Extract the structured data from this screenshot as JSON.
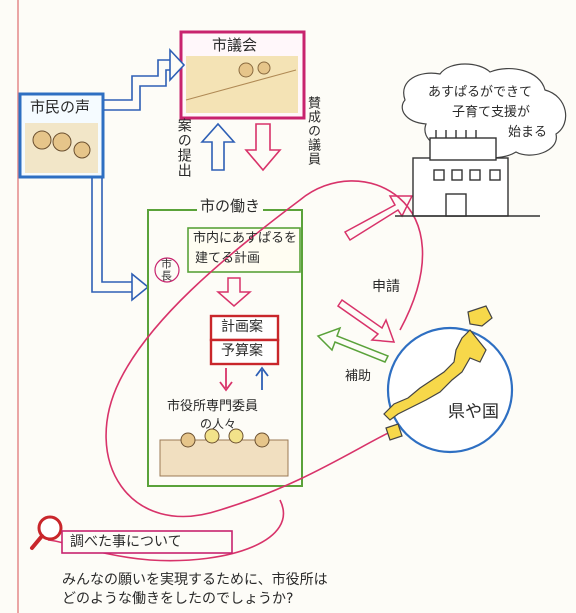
{
  "council": {
    "title": "市議会"
  },
  "citizens": {
    "title": "市民の声"
  },
  "arrows": {
    "proposal": "案の提出",
    "approval": "賛成の議員"
  },
  "city_work": {
    "title": "市の働き",
    "mayor": "市長",
    "plan_line1": "市内にあすぱるを",
    "plan_line2": "建てる計画",
    "draft": "計画案",
    "budget": "予算案",
    "committee_line1": "市役所専門委員",
    "committee_line2": "の人々"
  },
  "facility": {
    "bubble_line1": "あすぱるができて",
    "bubble_line2": "子育て支援が",
    "bubble_line3": "始まる"
  },
  "prefecture": {
    "label": "県や国"
  },
  "labels": {
    "application": "申請",
    "subsidy": "補助"
  },
  "footer": {
    "heading": "調べた事について",
    "question_line1": "みんなの願いを実現するために、市役所は",
    "question_line2": "どのような働きをしたのでしょうか?"
  }
}
